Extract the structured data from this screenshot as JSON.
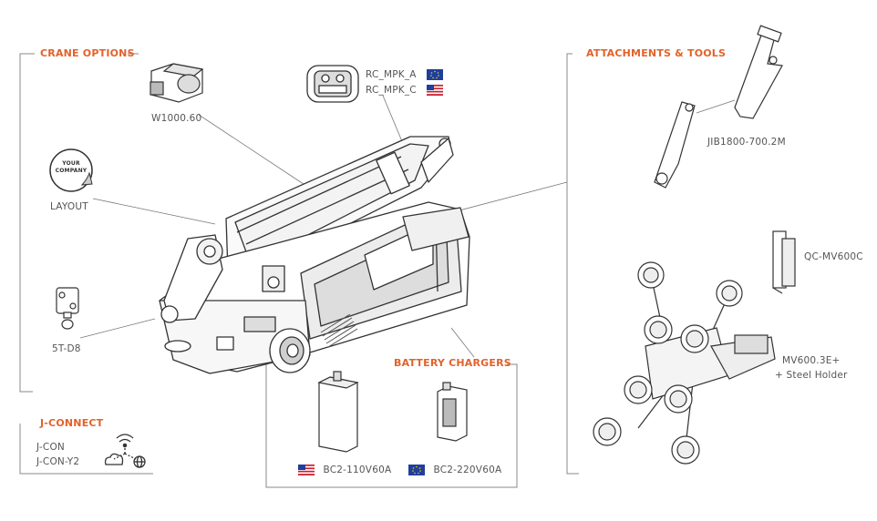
{
  "sections": {
    "crane_options": "CRANE OPTIONS",
    "attachments_tools": "ATTACHMENTS & TOOLS",
    "battery_chargers": "BATTERY CHARGERS",
    "j_connect": "J-CONNECT"
  },
  "crane_options": {
    "w1000": "W1000.60",
    "layout": "LAYOUT",
    "layout_badge_line1": "YOUR",
    "layout_badge_line2": "COMPANY",
    "fivet": "5T-D8"
  },
  "remote": {
    "rc_a": "RC_MPK_A",
    "rc_c": "RC_MPK_C"
  },
  "attachments": {
    "jib": "JIB1800-700.2M",
    "qc": "QC-MV600C",
    "mv_line1": "MV600.3E+",
    "mv_line2": "+ Steel Holder"
  },
  "chargers": {
    "bc110": "BC2-110V60A",
    "bc220": "BC2-220V60A"
  },
  "jconnect": {
    "item1": "J-CON",
    "item2": "J-CON-Y2"
  },
  "colors": {
    "accent": "#e2622a",
    "line": "#888888",
    "eu_blue": "#1f3f9c",
    "us_red": "#c8202f"
  }
}
